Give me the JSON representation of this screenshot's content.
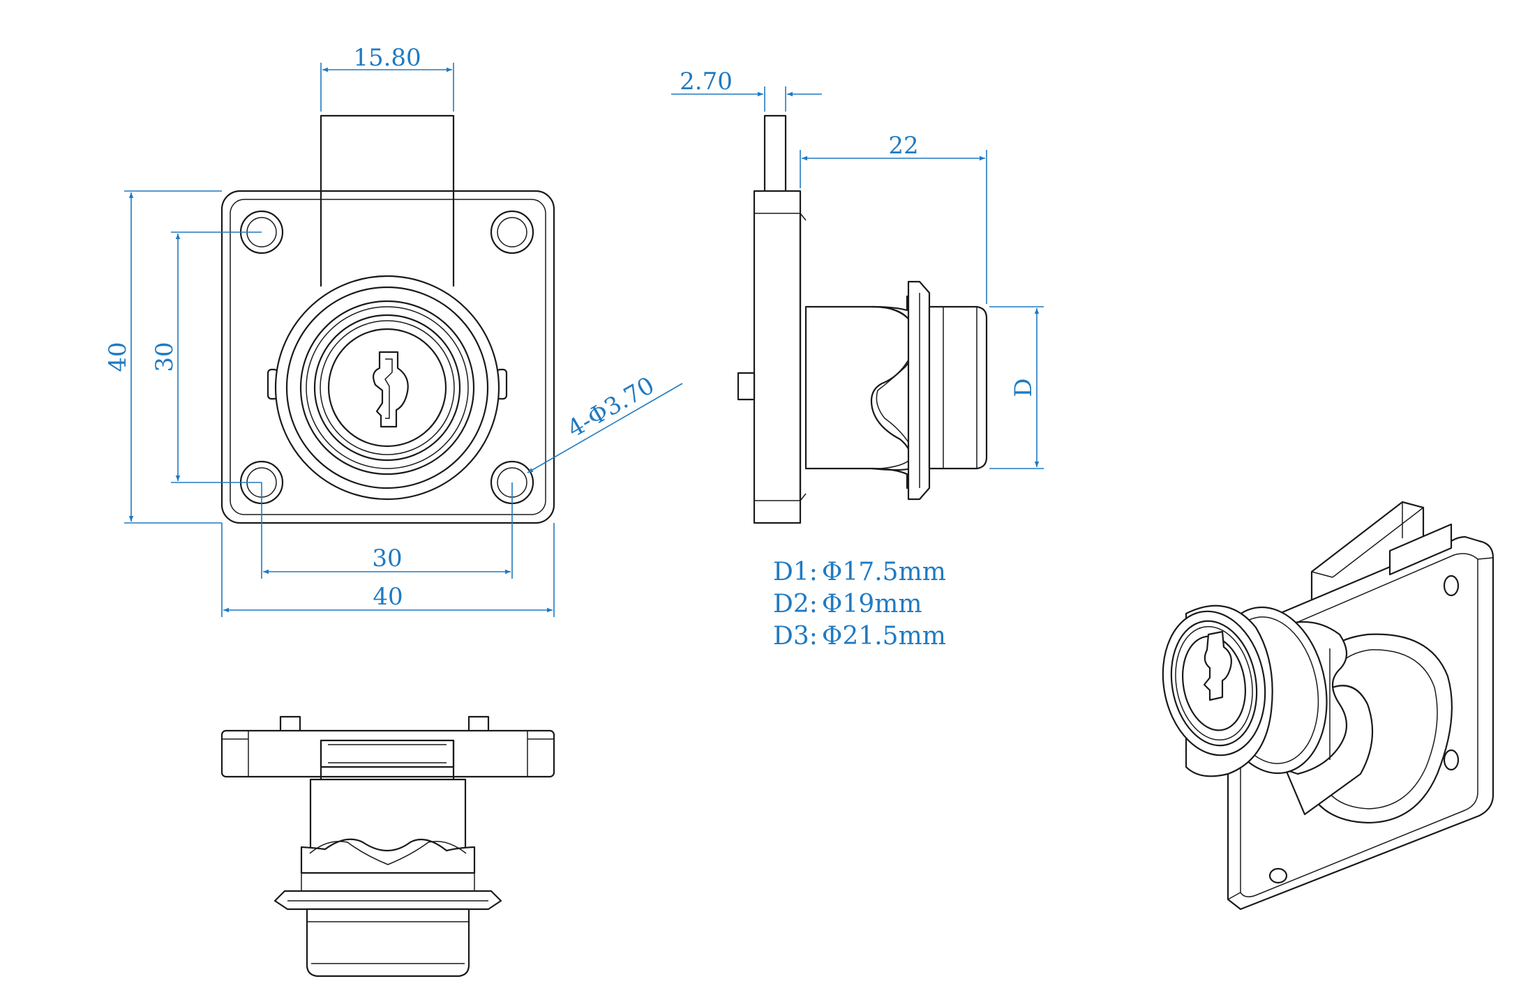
{
  "dimensions": {
    "tongue_width": "15.80",
    "plate_thickness": "2.70",
    "body_length": "22",
    "height_overall": "40",
    "hole_spacing_vertical": "30",
    "hole_spacing_horizontal": "30",
    "width_overall": "40",
    "hole_callout": "4-Φ3.70",
    "diameter_label": "D"
  },
  "specs": [
    {
      "label": "D1:",
      "value": "Φ17.5mm"
    },
    {
      "label": "D2:",
      "value": "Φ19mm"
    },
    {
      "label": "D3:",
      "value": "Φ21.5mm"
    }
  ],
  "colors": {
    "dimension": "#1f7ac2",
    "outline": "#1a1a1a",
    "background": "#ffffff"
  }
}
